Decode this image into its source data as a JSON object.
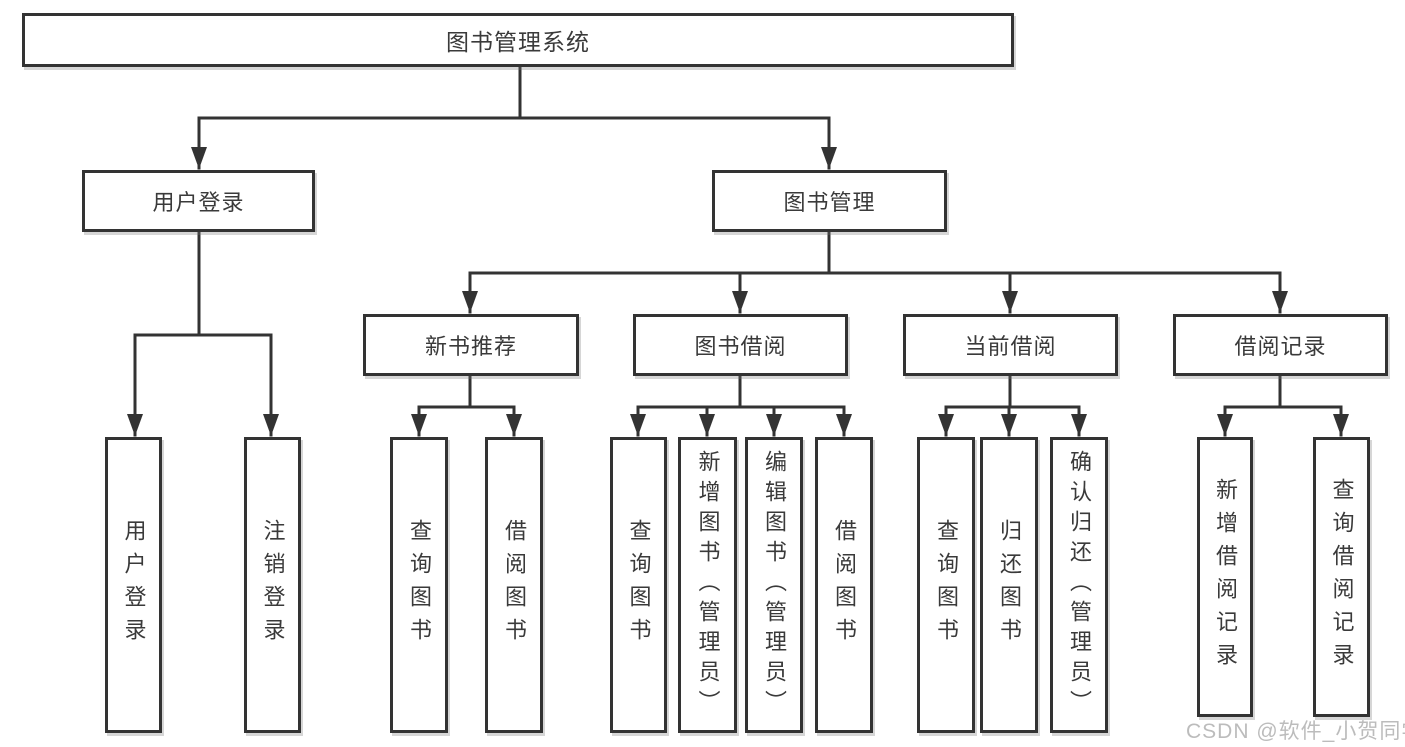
{
  "diagram": {
    "root": {
      "label": "图书管理系统"
    },
    "level2": [
      {
        "label": "用户登录"
      },
      {
        "label": "图书管理"
      }
    ],
    "level3": [
      {
        "label": "新书推荐"
      },
      {
        "label": "图书借阅"
      },
      {
        "label": "当前借阅"
      },
      {
        "label": "借阅记录"
      }
    ],
    "leaves": [
      {
        "label": "用户登录"
      },
      {
        "label": "注销登录"
      },
      {
        "label": "查询图书"
      },
      {
        "label": "借阅图书"
      },
      {
        "label": "查询图书"
      },
      {
        "label": "新增图书（管理员）"
      },
      {
        "label": "编辑图书（管理员）"
      },
      {
        "label": "借阅图书"
      },
      {
        "label": "查询图书"
      },
      {
        "label": "归还图书"
      },
      {
        "label": "确认归还（管理员）"
      },
      {
        "label": "新增借阅记录"
      },
      {
        "label": "查询借阅记录"
      }
    ],
    "watermark": "CSDN @软件_小贺同学",
    "colors": {
      "line": "#333333",
      "text": "#3a3a3a",
      "watermark": "#bcbcbc",
      "background": "#ffffff"
    }
  }
}
